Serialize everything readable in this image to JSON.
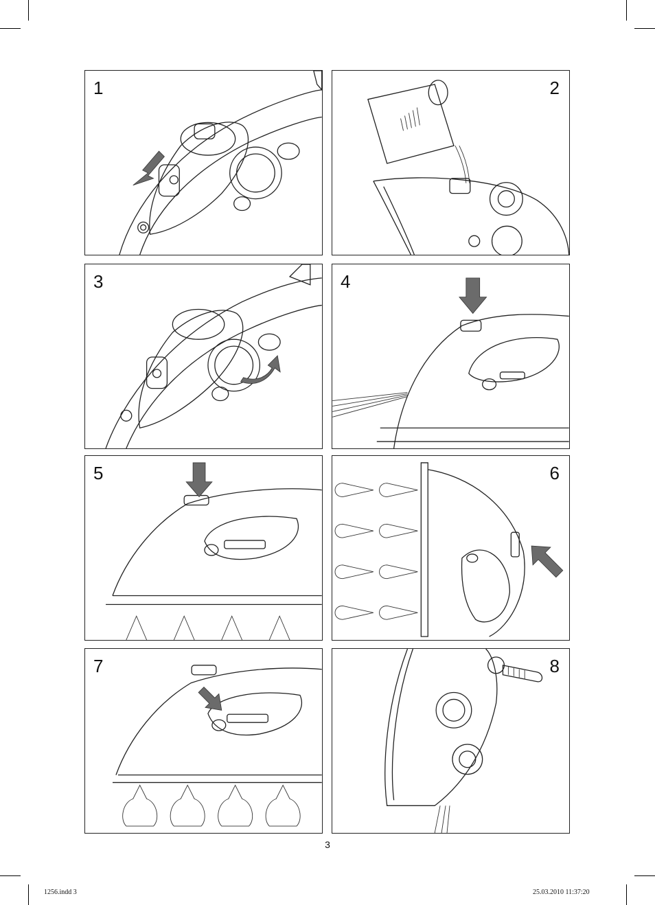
{
  "panels": [
    {
      "number": "1"
    },
    {
      "number": "2"
    },
    {
      "number": "3"
    },
    {
      "number": "4"
    },
    {
      "number": "5"
    },
    {
      "number": "6"
    },
    {
      "number": "7"
    },
    {
      "number": "8"
    }
  ],
  "page_number": "3",
  "slug": {
    "file": "1256.indd   3",
    "timestamp": "25.03.2010   11:37:20"
  }
}
